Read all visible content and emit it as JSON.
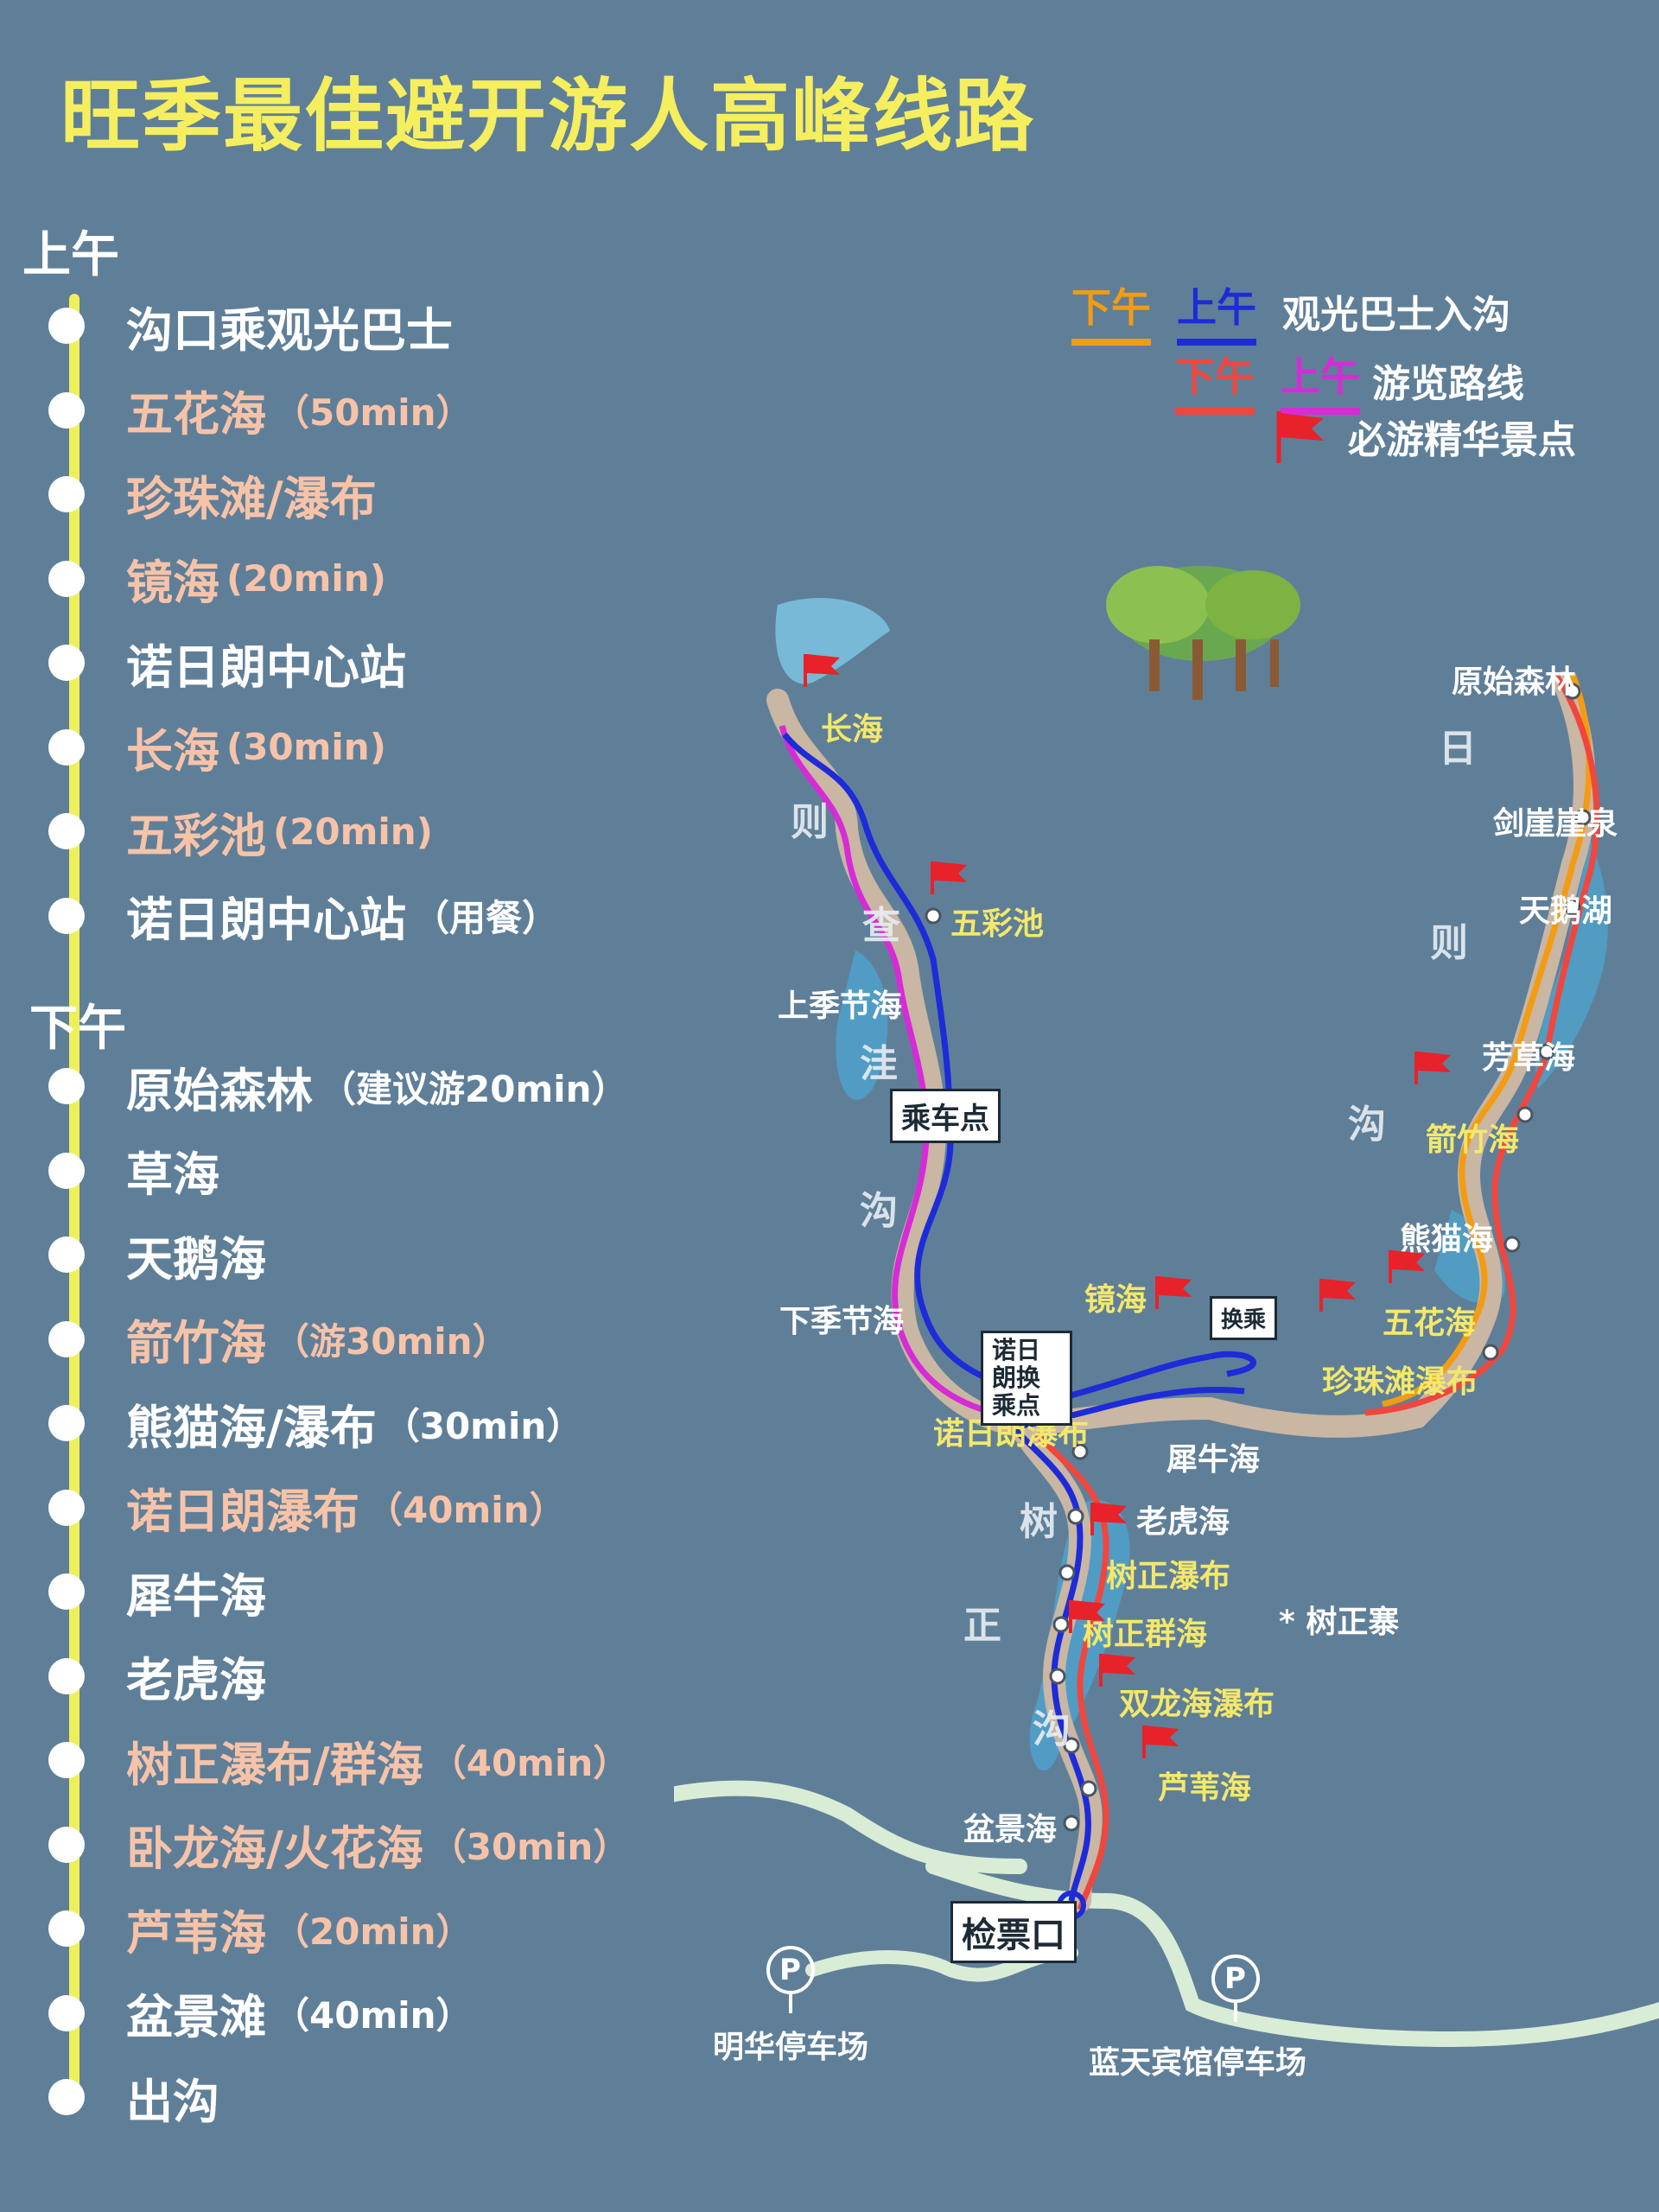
{
  "title": "旺季最佳避开游人高峰线路",
  "morning": {
    "label": "上午",
    "stops": [
      {
        "name": "沟口乘观光巴士",
        "note": "",
        "color": "white"
      },
      {
        "name": "五花海",
        "note": "（50min）",
        "color": "peach"
      },
      {
        "name": "珍珠滩/瀑布",
        "note": "",
        "color": "peach"
      },
      {
        "name": "镜海",
        "note": "(20min)",
        "color": "peach"
      },
      {
        "name": "诺日朗中心站",
        "note": "",
        "color": "white"
      },
      {
        "name": "长海",
        "note": "(30min)",
        "color": "peach"
      },
      {
        "name": "五彩池",
        "note": "(20min)",
        "color": "peach"
      },
      {
        "name": "诺日朗中心站",
        "note": "（用餐）",
        "color": "white"
      }
    ]
  },
  "afternoon": {
    "label": "下午",
    "stops": [
      {
        "name": "原始森林",
        "note": "（建议游20min）",
        "color": "white"
      },
      {
        "name": "草海",
        "note": "",
        "color": "white"
      },
      {
        "name": "天鹅海",
        "note": "",
        "color": "white"
      },
      {
        "name": "箭竹海",
        "note": "（游30min）",
        "color": "peach"
      },
      {
        "name": "熊猫海/瀑布",
        "note": "（30min）",
        "color": "white"
      },
      {
        "name": "诺日朗瀑布",
        "note": "（40min）",
        "color": "peach"
      },
      {
        "name": "犀牛海",
        "note": "",
        "color": "white"
      },
      {
        "name": "老虎海",
        "note": "",
        "color": "white"
      },
      {
        "name": "树正瀑布/群海",
        "note": "（40min）",
        "color": "peach"
      },
      {
        "name": "卧龙海/火花海",
        "note": "（30min）",
        "color": "peach"
      },
      {
        "name": "芦苇海",
        "note": "（20min）",
        "color": "peach"
      },
      {
        "name": "盆景滩",
        "note": "（40min）",
        "color": "white"
      },
      {
        "name": "出沟",
        "note": "",
        "color": "white"
      }
    ]
  },
  "legend": {
    "bus_pm": "下午",
    "bus_am": "上午",
    "bus_text": "观光巴士入沟",
    "tour_pm": "下午",
    "tour_am": "上午",
    "tour_text": "游览路线",
    "flag_text": "必游精华景点",
    "colors": {
      "bus_pm": "#f39c12",
      "bus_am": "#1d2bd8",
      "tour_pm": "#f0463e",
      "tour_am": "#d62bd6",
      "flag": "#e8222a"
    }
  },
  "map": {
    "labels": {
      "changhai": "长海",
      "wucaichi": "五彩池",
      "shangjijie": "上季节海",
      "xiajijie": "下季节海",
      "yuanshi": "原始森林",
      "jianya": "剑崖崖泉",
      "tiane": "天鹅湖",
      "fangcao": "芳草海",
      "jianzhu": "箭竹海",
      "xiongmao": "熊猫海",
      "wuhua": "五花海",
      "zhenzhu": "珍珠滩瀑布",
      "jinghai": "镜海",
      "nuorilang_pubu": "诺日朗瀑布",
      "xiniu": "犀牛海",
      "laohu": "老虎海",
      "shuzheng_pubu": "树正瀑布",
      "shuzheng_qun": "树正群海",
      "shuzheng_zhai": "* 树正寨",
      "shuanglong": "双龙海瀑布",
      "luwei": "芦苇海",
      "penjing": "盆景海",
      "mingpark": "明华停车场",
      "lanpark": "蓝天宾馆停车场",
      "p1": "P",
      "p2": "P"
    },
    "valley_chars": {
      "left": [
        "则",
        "查",
        "洼",
        "沟"
      ],
      "right": [
        "日",
        "则",
        "沟"
      ],
      "bottom": [
        "树",
        "正",
        "沟"
      ]
    },
    "stations": {
      "chengche": "乘车点",
      "nuorilang": "诺日朗换乘点",
      "jianpiao": "检票口",
      "huancheng": "换乘"
    }
  }
}
